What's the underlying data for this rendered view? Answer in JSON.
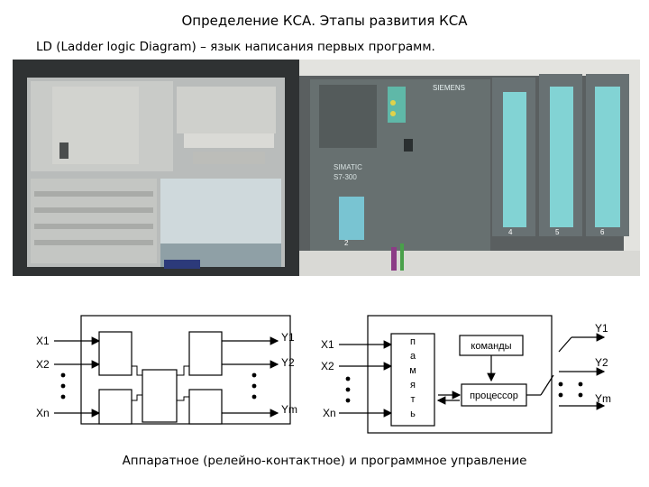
{
  "title": "Определение КСА. Этапы развития КСА",
  "subtitle": "LD (Ladder logic Diagram) – язык написания первых программ.",
  "photo": {
    "brand_label": "SIEMENS",
    "simatic_label": "SIMATIC",
    "model_label": "S7-300",
    "module_numbers": [
      "2",
      "4",
      "5",
      "6"
    ]
  },
  "relay_diagram": {
    "inputs": [
      "X1",
      "X2",
      "Xn"
    ],
    "outputs": [
      "Y1",
      "Y2",
      "Ym"
    ]
  },
  "program_diagram": {
    "inputs": [
      "X1",
      "X2",
      "Xn"
    ],
    "outputs": [
      "Y1",
      "Y2",
      "Ym"
    ],
    "memory_letters": [
      "п",
      "а",
      "м",
      "я",
      "т",
      "ь"
    ],
    "commands_label": "команды",
    "processor_label": "процессор"
  },
  "caption": "Аппаратное (релейно-контактное) и программное управление"
}
